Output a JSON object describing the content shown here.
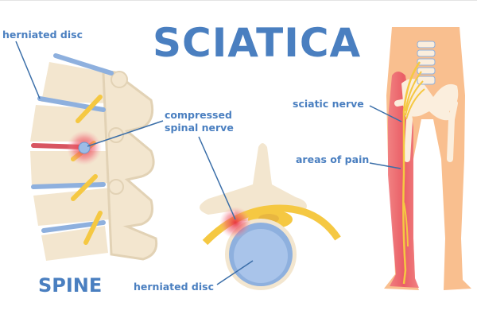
{
  "title": "SCIATICA",
  "labels": {
    "herniated_disc_top": "herniated disc",
    "compressed_line1": "compressed",
    "compressed_line2": "spinal nerve",
    "sciatic_nerve": "sciatic nerve",
    "areas_of_pain": "areas of pain",
    "herniated_disc_bottom": "herniated disc",
    "spine": "SPINE"
  },
  "colors": {
    "text_blue": "#4a7fc0",
    "bone": "#f3e6cf",
    "bone_shadow": "#e2d2b5",
    "disc_blue": "#7fa7dc",
    "nerve_yellow": "#f5c842",
    "pain_red": "#e8505b",
    "skin": "#f9bf8f"
  }
}
